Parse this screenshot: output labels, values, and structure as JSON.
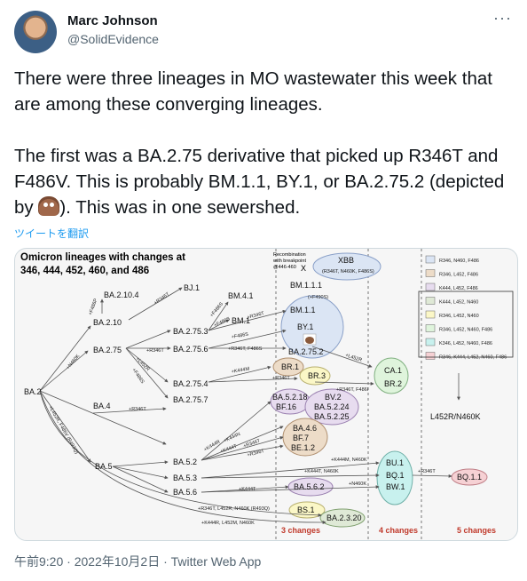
{
  "author": {
    "name": "Marc Johnson",
    "handle": "@SolidEvidence"
  },
  "more_icon": "more-dots-icon",
  "tweet": {
    "line1": "There were three lineages in MO wastewater this week that are among these converging lineages.",
    "line2a": "The first was a BA.2.75 derivative that picked up R346T and F486V.  This is probably BM.1.1, BY.1, or BA.2.75.2 (depicted by ",
    "line2b": "). This was in one sewershed."
  },
  "translate_label": "ツイートを翻訳",
  "footer": {
    "time": "午前9:20 · 2022年10月2日",
    "sep": " · ",
    "source": "Twitter Web App"
  },
  "diagram": {
    "title1": "Omicron lineages with changes at",
    "title2": "346, 444, 452, 460, and 486",
    "recomb_note1": "Recombination",
    "recomb_note2": "with breakpoint",
    "recomb_note3": "@446-460",
    "recomb_x": "X",
    "nodes": {
      "ba2": "BA.2",
      "ba2_10_4": "BA.2.10.4",
      "ba2_10": "BA.2.10",
      "bj1": "BJ.1",
      "ba2_75": "BA.2.75",
      "ba2_75_3": "BA.2.75.3",
      "bm4_1": "BM.4.1",
      "bm1": "BM.1",
      "ba2_75_6": "BA.2.75.6",
      "bm1_1": "BM.1.1",
      "bm1_1_1": "BM.1.1.1",
      "by1": "BY.1",
      "ba2_75_2": "BA.2.75.2",
      "xbb": "XBB",
      "xbb_sub": "(R346T, N460K, F486S)",
      "br1": "BR.1",
      "br3": "BR.3",
      "ba2_75_4": "BA.2.75.4",
      "ba2_75_7": "BA.2.75.7",
      "ca1": "CA.1",
      "br2": "BR.2",
      "ba4": "BA.4",
      "ba5_2_18": "BA.5.2.18",
      "bf16": "BF.16",
      "bv2": "BV.2",
      "ba5_2_24": "BA.5.2.24",
      "ba5_2_25": "BA.5.2.25",
      "ba4_6": "BA.4.6",
      "bf7": "BF.7",
      "be1_2": "BE.1.2",
      "ba5": "BA.5",
      "ba5_2": "BA.5.2",
      "ba5_3": "BA.5.3",
      "ba5_6": "BA.5.6",
      "ba5_6_2": "BA.5.6.2",
      "bu1": "BU.1",
      "bq1": "BQ.1",
      "bw1": "BW.1",
      "bq1_1": "BQ.1.1",
      "bs1": "BS.1",
      "ba2_3_20": "BA.2.3.20",
      "l452r_n460k": "L452R/N460K"
    },
    "edge_labels": {
      "f486p": "+F486P",
      "n460k": "+N460K",
      "r346t_a": "+R346T",
      "f486s_a": "+F486S",
      "f486s_b": "+F486S",
      "r346t_b": "+R346T",
      "f486s_c": "+F486S",
      "f490s": "(+F490S)",
      "r346t_c": "+R346T",
      "l452r_a": "+L452R",
      "f486s_d": "+F486S",
      "r346t_f486s": "+R346T, F486S",
      "l452r_b": "+L452R",
      "k444m": "+K444M",
      "r346t_d": "+R346T",
      "r346t_f486i": "+R346T, F486I",
      "l452r_f486v": "+L452R, F486V (R493Q)",
      "r346t_e": "+R346T",
      "k444r": "+K444R",
      "k444n": "+K444N",
      "k444t_a": "+K444T",
      "r346t_f": "+R346T",
      "r346t_g": "+R346T",
      "k444m_n460k": "+K444M, N460K",
      "k444t_n460k": "+K444T, N460K",
      "k444t_b": "+K444T",
      "r346t_h": "+R346T",
      "long1": "+R346T, L452R, N460K (R493Q)",
      "long2": "+K444R, L452M, N460K"
    },
    "legend": [
      {
        "label": "R346, N460, F486",
        "color": "#dbe5f4"
      },
      {
        "label": "R346, L452, F486",
        "color": "#eddcc8"
      },
      {
        "label": "K444, L452, F486",
        "color": "#e7dcef"
      },
      {
        "label": "K444, L452, N460",
        "color": "#dfe9d6"
      },
      {
        "label": "R346, L452, N460",
        "color": "#fbf7c7"
      },
      {
        "label": "R346, L452, N460, F486",
        "color": "#dff4dc"
      },
      {
        "label": "K346, L452, N460, F486",
        "color": "#c8f1ee"
      },
      {
        "label": "R346, K444, L452, N460, F486",
        "color": "#f6d1d4"
      }
    ],
    "changes": {
      "c3": "3 changes",
      "c4": "4 changes",
      "c5": "5 changes"
    }
  }
}
